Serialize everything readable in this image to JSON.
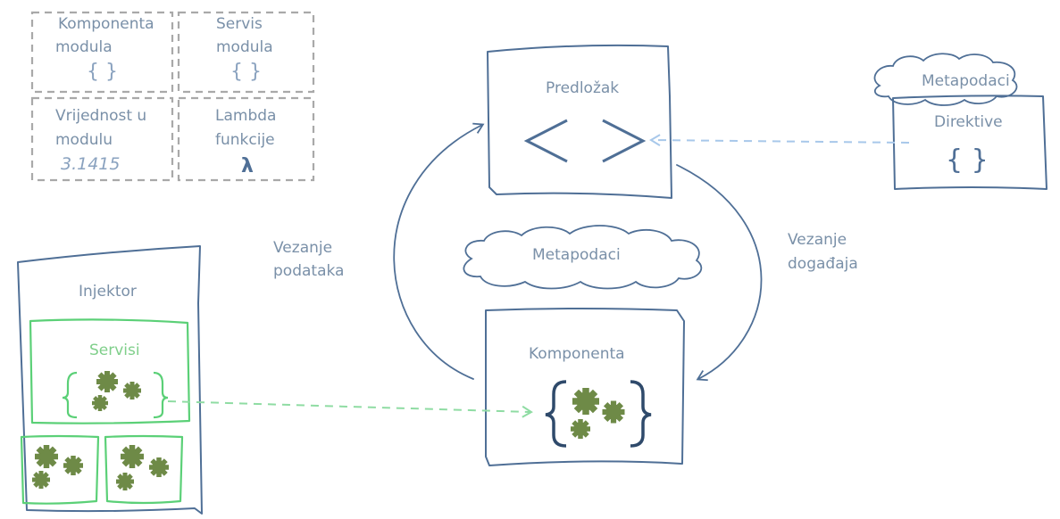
{
  "legend": {
    "module_component": {
      "line1": "Komponenta",
      "line2": "modula",
      "symbol": "{ }"
    },
    "module_service": {
      "line1": "Servis",
      "line2": "modula",
      "symbol": "{ }"
    },
    "module_value": {
      "line1": "Vrijednost u",
      "line2": "modulu",
      "symbol": "3.1415"
    },
    "lambda": {
      "line1": "Lambda",
      "line2": "funkcije",
      "symbol": "λ"
    }
  },
  "template": {
    "label": "Predložak",
    "symbol": "< >"
  },
  "directives": {
    "metadata": "Metapodaci",
    "label": "Direktive",
    "symbol": "{ }"
  },
  "middle_metadata": "Metapodaci",
  "data_binding": {
    "line1": "Vezanje",
    "line2": "podataka"
  },
  "event_binding": {
    "line1": "Vezanje",
    "line2": "događaja"
  },
  "component": {
    "label": "Komponenta"
  },
  "injector": {
    "label": "Injektor",
    "services_label": "Servisi"
  },
  "colors": {
    "sketch": "#4f6f96",
    "label": "#7a90a8",
    "green": "#5bd077",
    "gear": "#6e8a47"
  }
}
